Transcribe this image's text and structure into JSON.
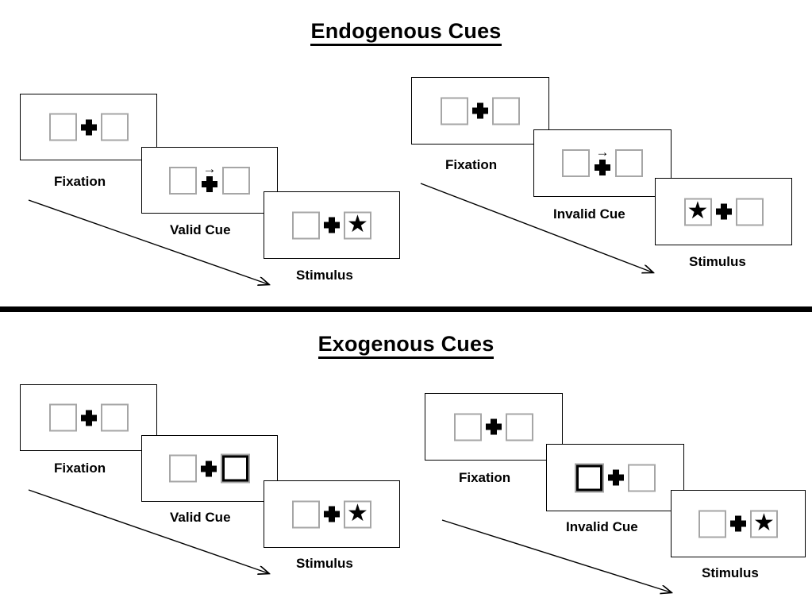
{
  "sections": [
    {
      "id": "endogenous",
      "title": "Endogenous Cues",
      "groups": [
        {
          "id": "endogenous-valid",
          "cue_type": "arrow",
          "stages": [
            {
              "label": "Fixation",
              "cue": "none",
              "cue_direction": "",
              "target_side": "none"
            },
            {
              "label": "Valid Cue",
              "cue": "arrow",
              "cue_direction": "right",
              "target_side": "none"
            },
            {
              "label": "Stimulus",
              "cue": "none",
              "cue_direction": "",
              "target_side": "right"
            }
          ]
        },
        {
          "id": "endogenous-invalid",
          "cue_type": "arrow",
          "stages": [
            {
              "label": "Fixation",
              "cue": "none",
              "cue_direction": "",
              "target_side": "none"
            },
            {
              "label": "Invalid Cue",
              "cue": "arrow",
              "cue_direction": "right",
              "target_side": "none"
            },
            {
              "label": "Stimulus",
              "cue": "none",
              "cue_direction": "",
              "target_side": "left"
            }
          ]
        }
      ]
    },
    {
      "id": "exogenous",
      "title": "Exogenous Cues",
      "groups": [
        {
          "id": "exogenous-valid",
          "cue_type": "box-flash",
          "stages": [
            {
              "label": "Fixation",
              "cue": "none",
              "cue_side": "none",
              "target_side": "none"
            },
            {
              "label": "Valid Cue",
              "cue": "box-flash",
              "cue_side": "right",
              "target_side": "none"
            },
            {
              "label": "Stimulus",
              "cue": "none",
              "cue_side": "none",
              "target_side": "right"
            }
          ]
        },
        {
          "id": "exogenous-invalid",
          "cue_type": "box-flash",
          "stages": [
            {
              "label": "Fixation",
              "cue": "none",
              "cue_side": "none",
              "target_side": "none"
            },
            {
              "label": "Invalid Cue",
              "cue": "box-flash",
              "cue_side": "left",
              "target_side": "none"
            },
            {
              "label": "Stimulus",
              "cue": "none",
              "cue_side": "none",
              "target_side": "right"
            }
          ]
        }
      ]
    }
  ],
  "labels": {
    "endo_title": "Endogenous Cues",
    "exo_title": "Exogenous Cues",
    "fixation": "Fixation",
    "valid_cue": "Valid Cue",
    "invalid_cue": "Invalid Cue",
    "stimulus": "Stimulus"
  },
  "symbols": {
    "star": "★",
    "plus": "✚",
    "arrow_right": "→"
  },
  "colors": {
    "background": "#ffffff",
    "ink": "#000000",
    "placeholder_box_border": "#a6a6a6",
    "frame_border": "#000000",
    "cue_box_border": "#000000"
  }
}
